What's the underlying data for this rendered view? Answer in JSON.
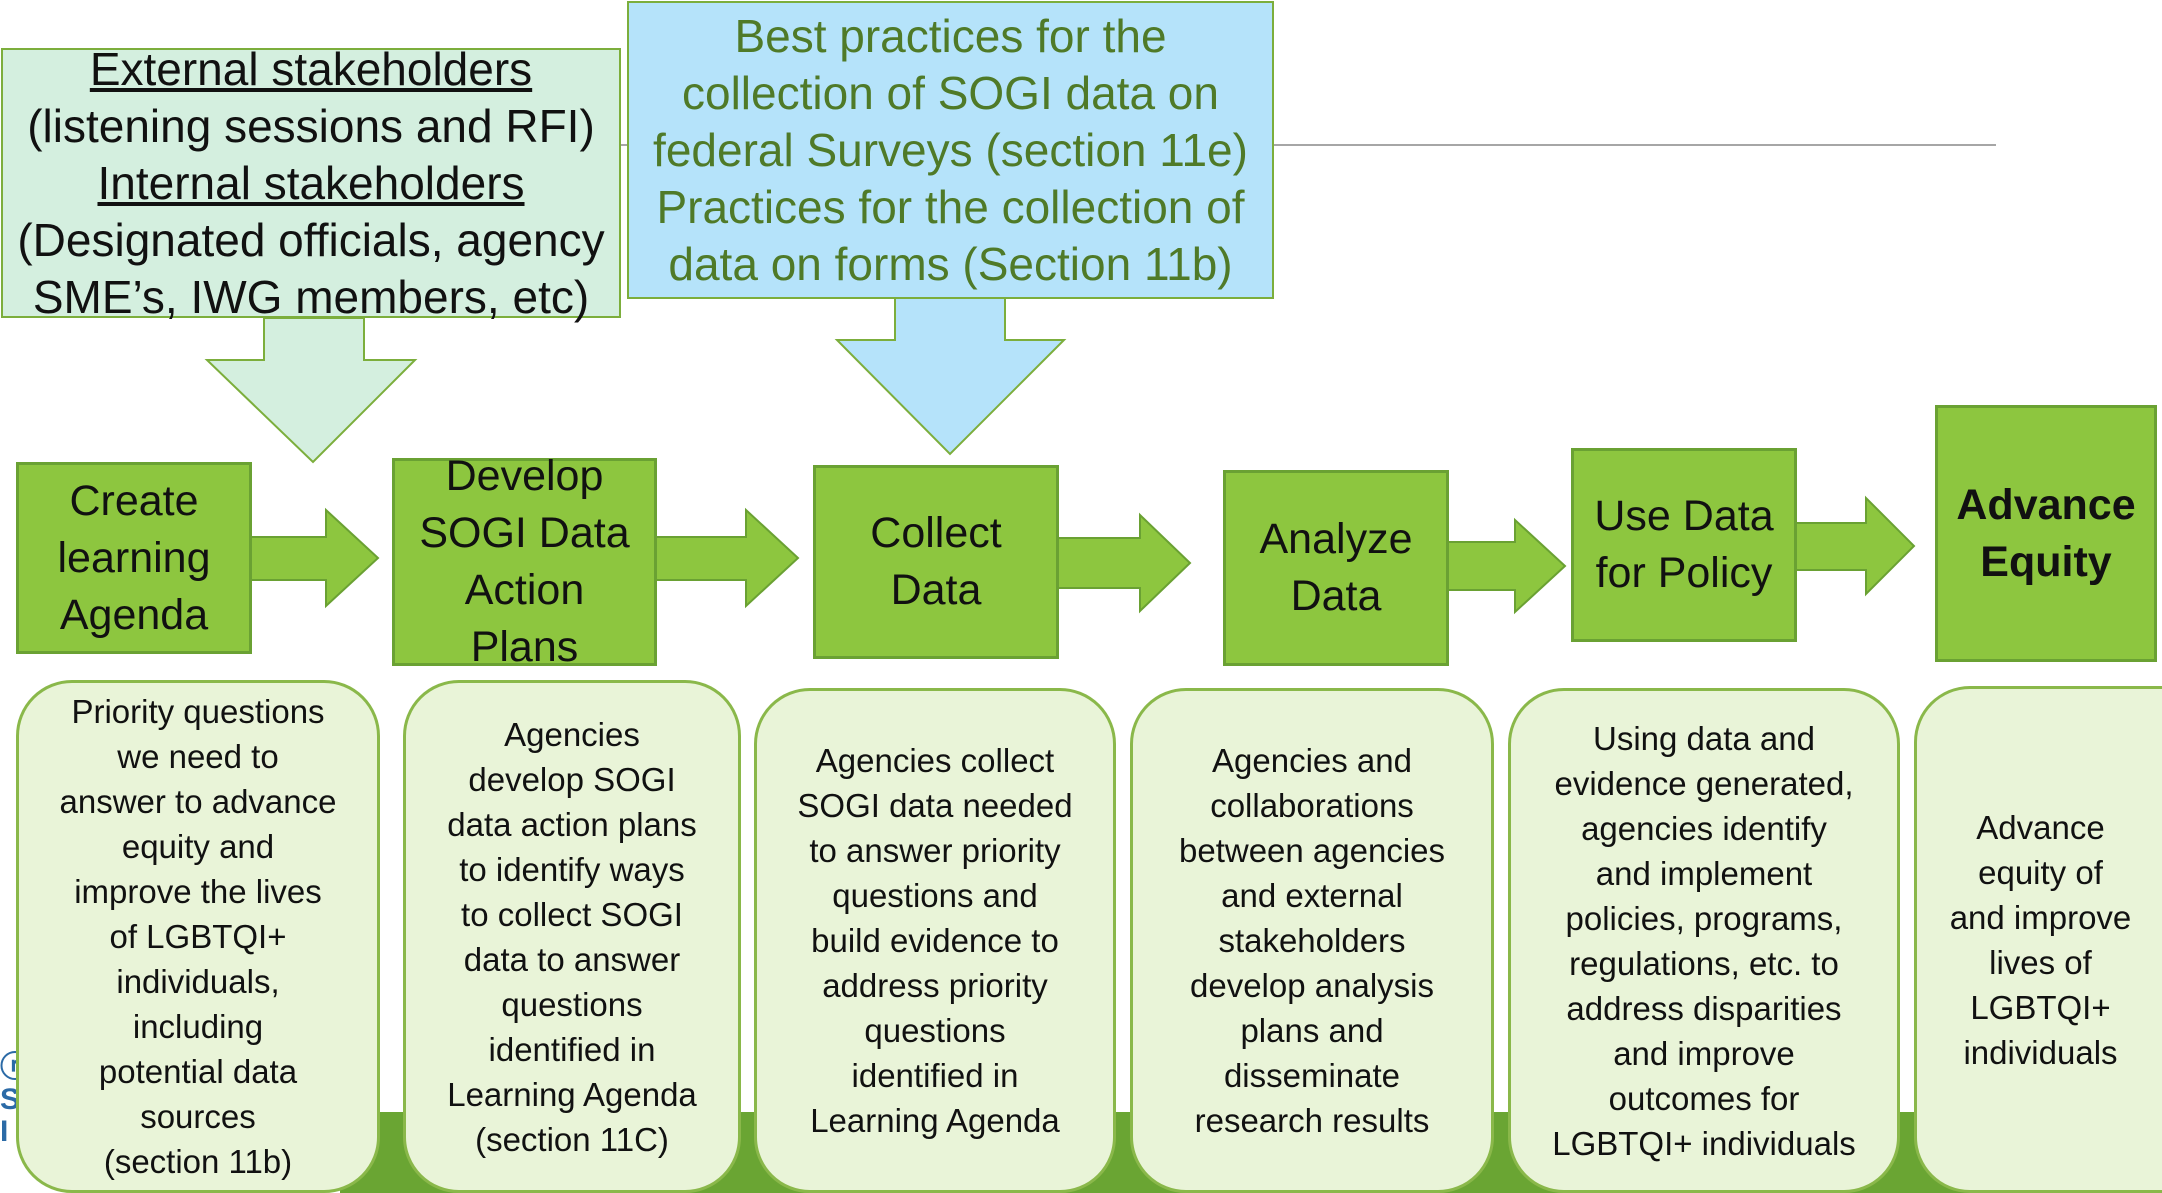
{
  "callouts": {
    "stakeholders": {
      "external_title": "External stakeholders",
      "external_detail": "(listening sessions and RFI)",
      "internal_title": "Internal stakeholders",
      "internal_detail_1": "(Designated officials, agency",
      "internal_detail_2": "SME’s, IWG members, etc)"
    },
    "practices": {
      "line1": "Best practices for the",
      "line2": "collection of SOGI data on",
      "line3": "federal Surveys (section 11e)",
      "line4": "Practices for the collection of",
      "line5": "data on forms (Section 11b)"
    }
  },
  "steps": [
    {
      "lines": [
        "Create",
        "learning",
        "Agenda"
      ]
    },
    {
      "lines": [
        "Develop",
        "SOGI Data",
        "Action",
        "Plans"
      ]
    },
    {
      "lines": [
        "Collect",
        "Data"
      ]
    },
    {
      "lines": [
        "Analyze",
        "Data"
      ]
    },
    {
      "lines": [
        "Use Data",
        "for Policy"
      ]
    },
    {
      "lines": [
        "Advance",
        "Equity"
      ]
    }
  ],
  "descriptions": [
    {
      "lines": [
        "Priority questions",
        "we need to",
        "answer to advance",
        "equity and",
        "improve the lives",
        "of LGBTQI+",
        "individuals,",
        "including",
        "potential data",
        "sources",
        "(section 11b)"
      ]
    },
    {
      "lines": [
        "Agencies",
        "develop SOGI",
        "data action plans",
        "to identify ways",
        "to collect SOGI",
        "data to answer",
        "questions",
        "identified in",
        "Learning Agenda",
        "(section 11C)"
      ]
    },
    {
      "lines": [
        "Agencies collect",
        "SOGI data needed",
        "to answer priority",
        "questions and",
        "build evidence to",
        "address priority",
        "questions",
        "identified in",
        "Learning Agenda"
      ]
    },
    {
      "lines": [
        "Agencies and",
        "collaborations",
        "between agencies",
        "and external",
        "stakeholders",
        "develop analysis",
        "plans and",
        "disseminate",
        "research results"
      ]
    },
    {
      "lines": [
        "Using data and",
        "evidence generated,",
        "agencies identify",
        "and implement",
        "policies, programs,",
        "regulations, etc. to",
        "address disparities",
        "and improve",
        "outcomes for",
        "LGBTQI+ individuals"
      ]
    },
    {
      "lines": [
        "Advance",
        "equity of",
        "and improve",
        "lives of",
        "LGBTQI+",
        "individuals"
      ]
    }
  ],
  "colors": {
    "step_fill": "#8dc63f",
    "step_border": "#6aa133",
    "desc_fill": "#e9f4d8",
    "callout_green": "#d4efdf",
    "callout_blue": "#b5e3fa",
    "blue_text": "#4f7a28"
  },
  "icons": [
    "down-arrow-icon",
    "right-arrow-icon"
  ]
}
